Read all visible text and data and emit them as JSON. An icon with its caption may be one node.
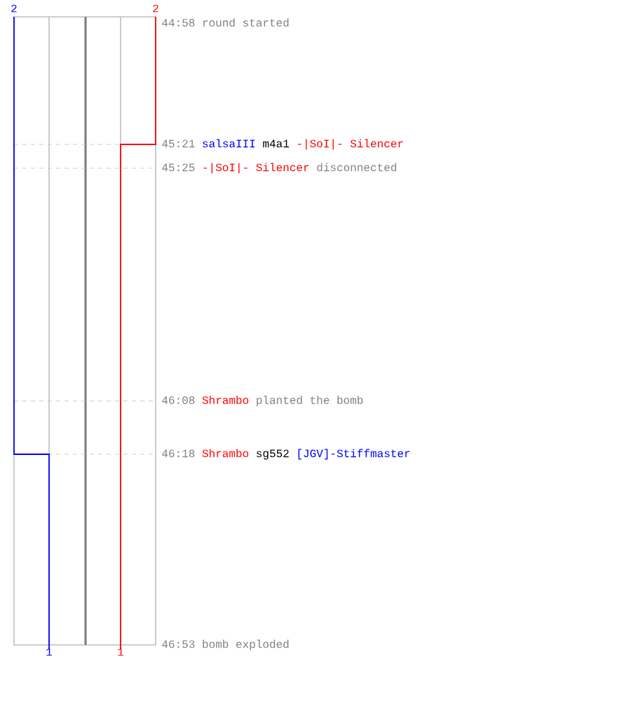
{
  "diagram": {
    "labels": [
      "2",
      "2",
      "44:58",
      "round started",
      "45:21",
      "salsaIII",
      "m4a1",
      "-|SoI|- Silencer",
      "45:25",
      "-|SoI|- Silencer",
      "disconnected",
      "46:08",
      "Shrambo",
      "planted the bomb",
      "46:18",
      "Shrambo",
      "sg552",
      "[JGV]-Stiffmaster",
      "46:53",
      "bomb exploded",
      "1",
      "1"
    ]
  }
}
